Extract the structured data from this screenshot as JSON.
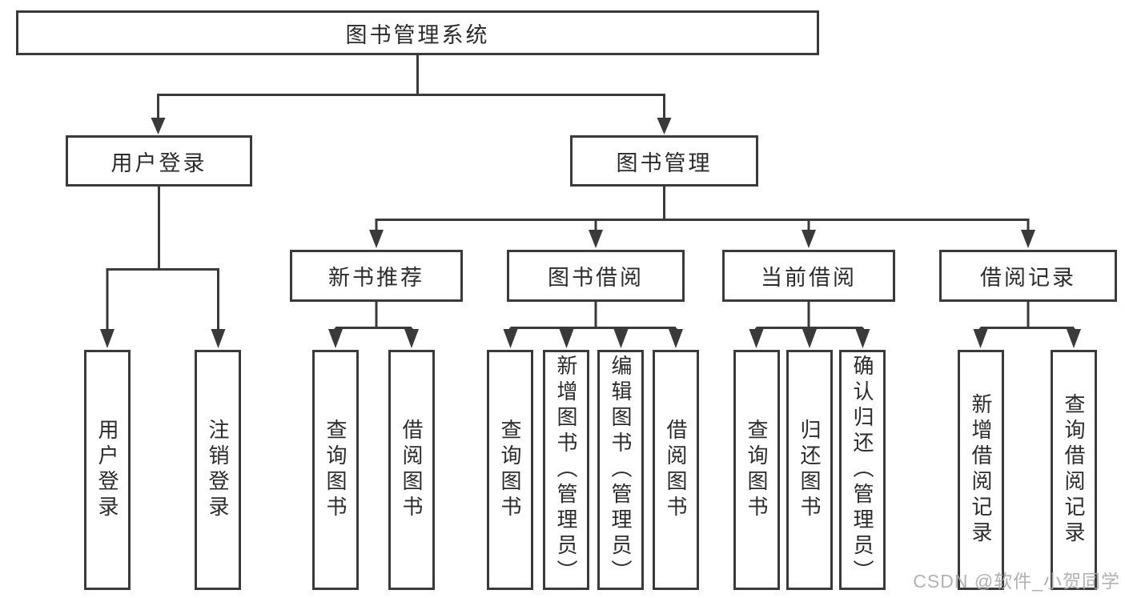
{
  "watermark": {
    "text": "CSDN @软件_小贺同学"
  },
  "colors": {
    "line": "#3a3a3a",
    "box_border": "#3a3a3a",
    "text": "#2b2b2b",
    "background": "#ffffff",
    "watermark": "#a8a8a8"
  },
  "tree": {
    "root": {
      "label": "图书管理系统",
      "children": [
        {
          "label": "用户登录",
          "children": [
            {
              "label": "用户登录"
            },
            {
              "label": "注销登录"
            }
          ]
        },
        {
          "label": "图书管理",
          "children": [
            {
              "label": "新书推荐",
              "children": [
                {
                  "label": "查询图书"
                },
                {
                  "label": "借阅图书"
                }
              ]
            },
            {
              "label": "图书借阅",
              "children": [
                {
                  "label": "查询图书"
                },
                {
                  "label": "新增图书（管理员）"
                },
                {
                  "label": "编辑图书（管理员）"
                },
                {
                  "label": "借阅图书"
                }
              ]
            },
            {
              "label": "当前借阅",
              "children": [
                {
                  "label": "查询图书"
                },
                {
                  "label": "归还图书"
                },
                {
                  "label": "确认归还（管理员）"
                }
              ]
            },
            {
              "label": "借阅记录",
              "children": [
                {
                  "label": "新增借阅记录"
                },
                {
                  "label": "查询借阅记录"
                }
              ]
            }
          ]
        }
      ]
    }
  }
}
